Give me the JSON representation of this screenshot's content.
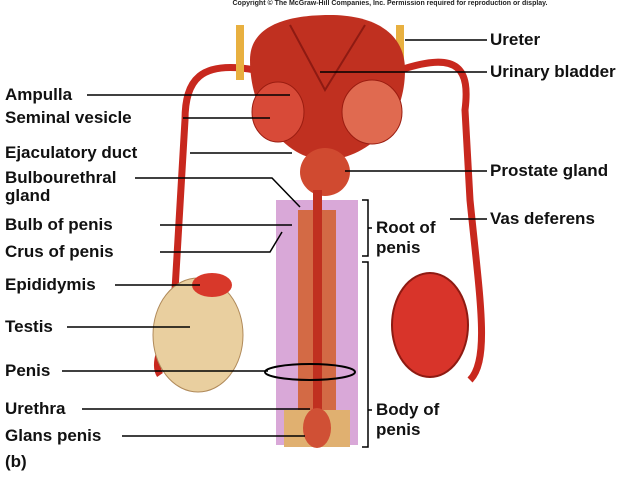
{
  "copyright": "Copyright © The McGraw-Hill Companies, Inc. Permission required for reproduction or display.",
  "panel_label": "(b)",
  "left_labels": {
    "ampulla": "Ampulla",
    "seminal_vesicle": "Seminal vesicle",
    "ejaculatory_duct": "Ejaculatory duct",
    "bulbourethral_1": "Bulbourethral",
    "bulbourethral_2": "gland",
    "bulb_of_penis": "Bulb of penis",
    "crus_of_penis": "Crus of penis",
    "epididymis": "Epididymis",
    "testis": "Testis",
    "penis": "Penis",
    "urethra": "Urethra",
    "glans_penis": "Glans penis"
  },
  "right_labels": {
    "ureter": "Ureter",
    "urinary_bladder": "Urinary bladder",
    "prostate_gland": "Prostate gland",
    "vas_deferens": "Vas deferens",
    "root_1": "Root of",
    "root_2": "penis",
    "body_1": "Body of",
    "body_2": "penis"
  },
  "colors": {
    "muscle": "#c8281e",
    "tissue": "#e06a50",
    "penis_pink": "#d9a8d8",
    "testis": "#e9cf9f"
  }
}
